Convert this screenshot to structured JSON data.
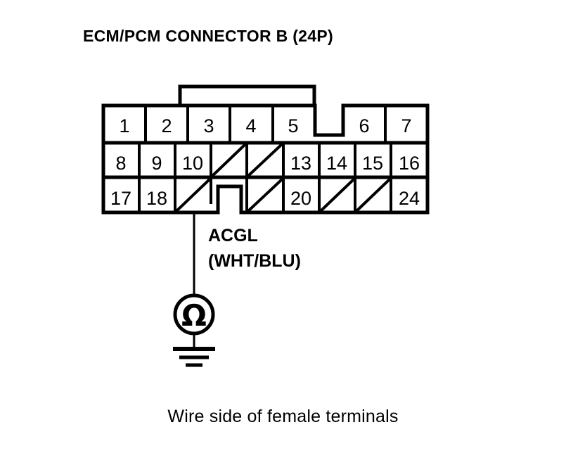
{
  "title": "ECM/PCM CONNECTOR B (24P)",
  "caption": "Wire side of female terminals",
  "connector": {
    "name": "ECM/PCM CONNECTOR B",
    "pin_count": "24P",
    "rows": [
      {
        "row_index": 1,
        "cells": [
          {
            "kind": "pin",
            "label": "1"
          },
          {
            "kind": "pin",
            "label": "2"
          },
          {
            "kind": "pin",
            "label": "3"
          },
          {
            "kind": "pin",
            "label": "4"
          },
          {
            "kind": "pin",
            "label": "5"
          },
          {
            "kind": "notch",
            "label": ""
          },
          {
            "kind": "pin",
            "label": "6"
          },
          {
            "kind": "pin",
            "label": "7"
          }
        ]
      },
      {
        "row_index": 2,
        "cells": [
          {
            "kind": "pin",
            "label": "8"
          },
          {
            "kind": "pin",
            "label": "9"
          },
          {
            "kind": "pin",
            "label": "10"
          },
          {
            "kind": "blank",
            "label": ""
          },
          {
            "kind": "blank",
            "label": ""
          },
          {
            "kind": "pin",
            "label": "13"
          },
          {
            "kind": "pin",
            "label": "14"
          },
          {
            "kind": "pin",
            "label": "15"
          },
          {
            "kind": "pin",
            "label": "16"
          }
        ]
      },
      {
        "row_index": 3,
        "cells": [
          {
            "kind": "pin",
            "label": "17"
          },
          {
            "kind": "pin",
            "label": "18"
          },
          {
            "kind": "blank",
            "label": ""
          },
          {
            "kind": "notch",
            "label": ""
          },
          {
            "kind": "blank",
            "label": ""
          },
          {
            "kind": "pin",
            "label": "20"
          },
          {
            "kind": "blank",
            "label": ""
          },
          {
            "kind": "blank",
            "label": ""
          },
          {
            "kind": "pin",
            "label": "24"
          }
        ]
      }
    ]
  },
  "probe": {
    "signal_name": "ACGL",
    "wire_color": "(WHT/BLU)",
    "instrument": "ohmmeter",
    "instrument_symbol": "Ω",
    "terminal_reference": "ground"
  },
  "colors": {
    "ink": "#000000",
    "paper": "#ffffff"
  }
}
